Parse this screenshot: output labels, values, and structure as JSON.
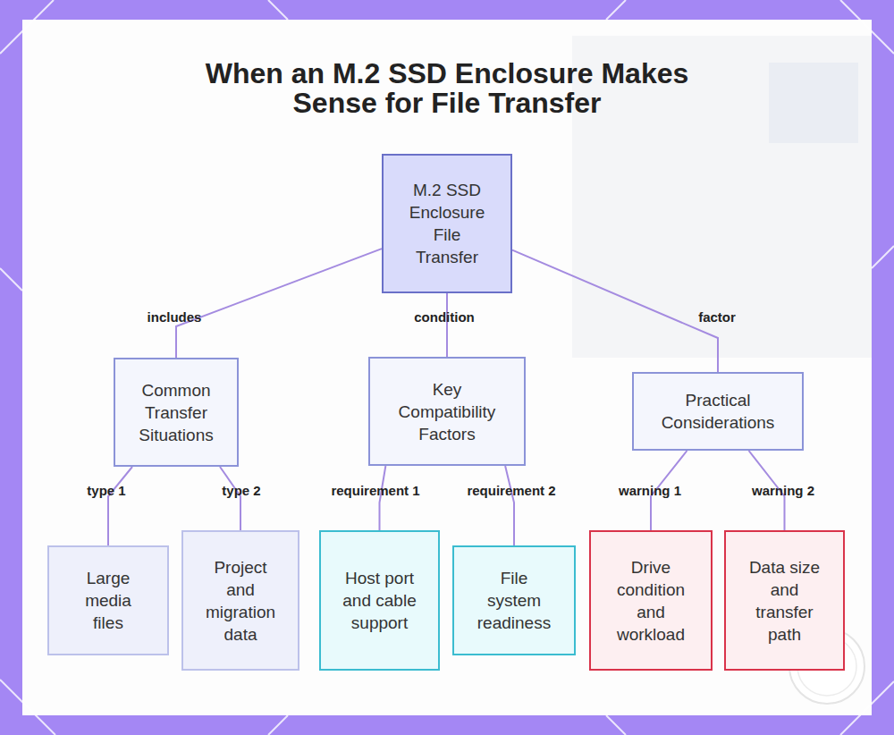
{
  "diagram": {
    "title": "When an M.2 SSD Enclosure Makes Sense for File Transfer",
    "nodes": [
      {
        "text": [
          "M.2 SSD Enclosure File Transfer"
        ]
      },
      {
        "text": [
          "Common Transfer Situations"
        ]
      },
      {
        "text": [
          "Key Compatibility Factors"
        ]
      },
      {
        "text": [
          "Practical Considerations"
        ]
      },
      {
        "text": [
          "Large media files"
        ]
      },
      {
        "text": [
          "Project and migration data"
        ]
      },
      {
        "text": [
          "Host port and cable support"
        ]
      },
      {
        "text": [
          "File system readiness"
        ]
      },
      {
        "text": [
          "Drive condition and workload"
        ]
      },
      {
        "text": [
          "Data size and transfer path"
        ]
      }
    ],
    "edges": [
      {
        "from": 0,
        "to": 1,
        "label": "includes",
        "arrow": "none"
      },
      {
        "from": 0,
        "to": 2,
        "label": "condition",
        "arrow": "none"
      },
      {
        "from": 0,
        "to": 3,
        "label": "factor",
        "arrow": "none"
      },
      {
        "from": 1,
        "to": 4,
        "label": "type 1",
        "arrow": "none"
      },
      {
        "from": 1,
        "to": 5,
        "label": "type 2",
        "arrow": "none"
      },
      {
        "from": 2,
        "to": 6,
        "label": "requirement 1",
        "arrow": "none"
      },
      {
        "from": 2,
        "to": 7,
        "label": "requirement 2",
        "arrow": "none"
      },
      {
        "from": 3,
        "to": 8,
        "label": "warning 1",
        "arrow": "none"
      },
      {
        "from": 3,
        "to": 9,
        "label": "warning 2",
        "arrow": "none"
      }
    ]
  }
}
